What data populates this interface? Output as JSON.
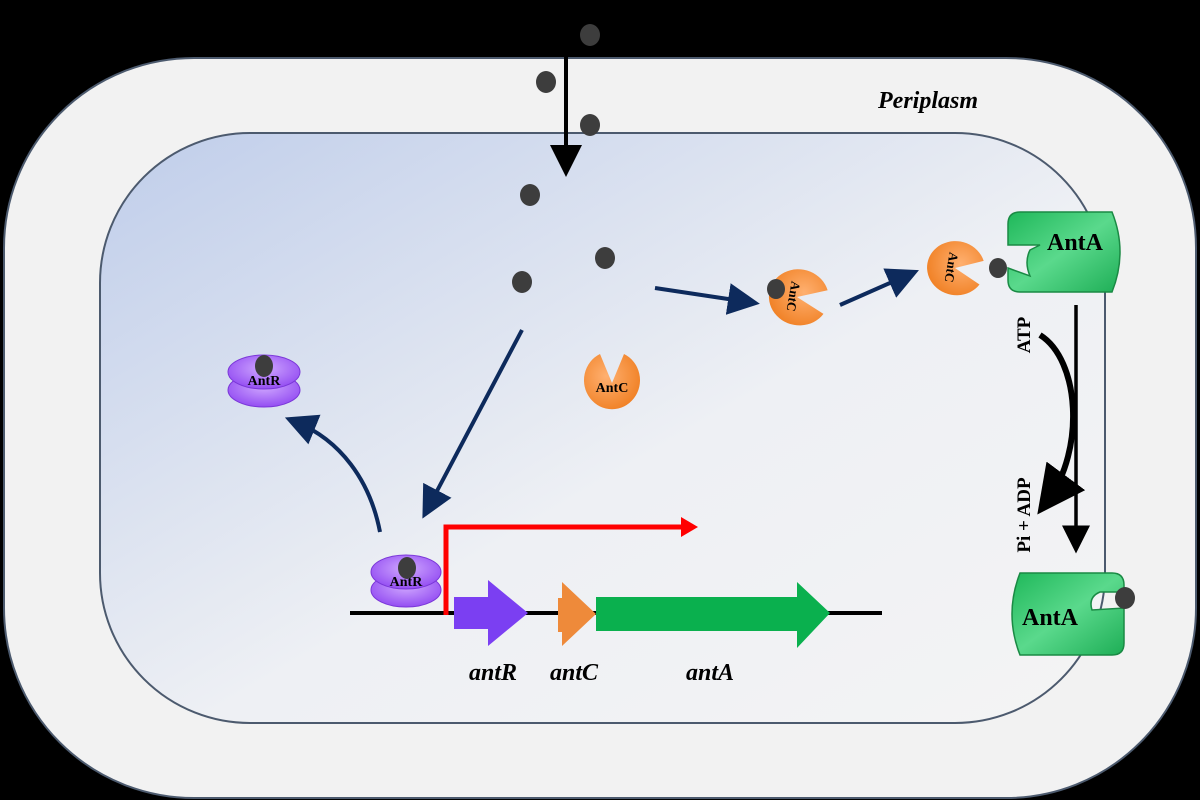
{
  "labels": {
    "periplasm": "Periplasm",
    "antR_protein": "AntR",
    "antC_protein": "AntC",
    "antA_protein": "AntA",
    "atp": "ATP",
    "pi_adp": "Pi + ADP"
  },
  "genes": [
    {
      "name": "antR",
      "color": "#7b3ff2"
    },
    {
      "name": "antC",
      "color": "#ee8a3a"
    },
    {
      "name": "antA",
      "color": "#0ab04e"
    }
  ],
  "colors": {
    "background": "#000000",
    "periplasm": "#f2f2f2",
    "cytoplasm_top": "#c3d1ec",
    "cytoplasm_bottom": "#f3f3f3",
    "promoter_arrow": "#ff0000",
    "pathway_arrow": "#0d2a5c",
    "molecule": "#3d3d3d",
    "antR": "#a86af5",
    "antC": "#f08a2c",
    "antA": "#2ec46a"
  }
}
